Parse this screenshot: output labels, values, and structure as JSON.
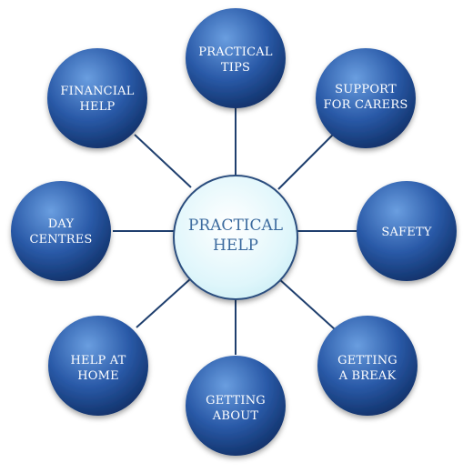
{
  "hub": {
    "label_line1": "PRACTICAL",
    "label_line2": "HELP"
  },
  "nodes": [
    {
      "id": "practical-tips",
      "line1": "PRACTICAL",
      "line2": "TIPS"
    },
    {
      "id": "support-for-carers",
      "line1": "SUPPORT",
      "line2": "FOR CARERS"
    },
    {
      "id": "safety",
      "line1": "SAFETY",
      "line2": ""
    },
    {
      "id": "getting-a-break",
      "line1": "GETTING",
      "line2": "A BREAK"
    },
    {
      "id": "getting-about",
      "line1": "GETTING",
      "line2": "ABOUT"
    },
    {
      "id": "help-at-home",
      "line1": "HELP AT",
      "line2": "HOME"
    },
    {
      "id": "day-centres",
      "line1": "DAY",
      "line2": "CENTRES"
    },
    {
      "id": "financial-help",
      "line1": "FINANCIAL",
      "line2": "HELP"
    }
  ],
  "colors": {
    "node_light": "#5c8fd6",
    "node_dark": "#123a7a",
    "hub_fill": "#dff6fb",
    "hub_stroke": "#2c4d7e",
    "connector": "#1f3f6e"
  }
}
